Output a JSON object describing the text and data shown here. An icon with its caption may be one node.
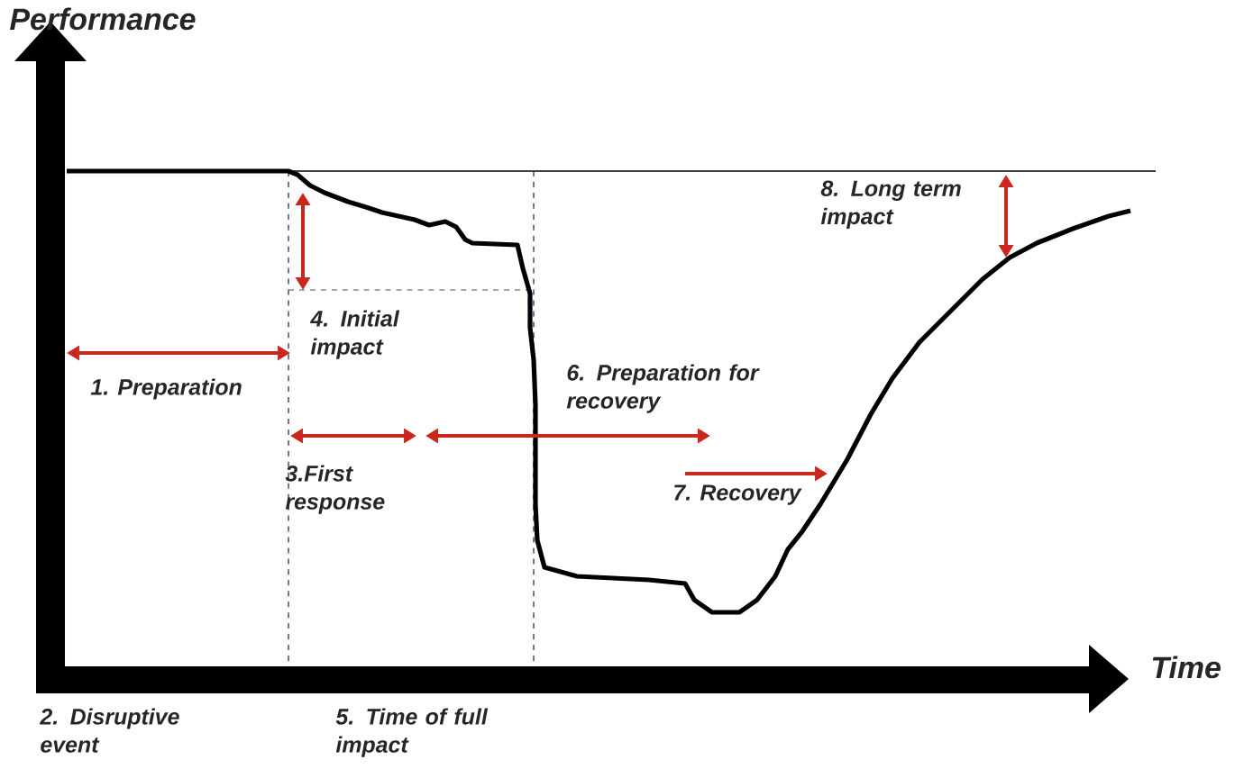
{
  "diagram": {
    "labels": [
      "Performance",
      "8. Long term impact",
      "4. Initial impact",
      "1. Preparation",
      "6. Preparation for recovery",
      "3.First response",
      "7. Recovery",
      "Time",
      "2. Disruptive event",
      "5. Time of full impact"
    ]
  }
}
